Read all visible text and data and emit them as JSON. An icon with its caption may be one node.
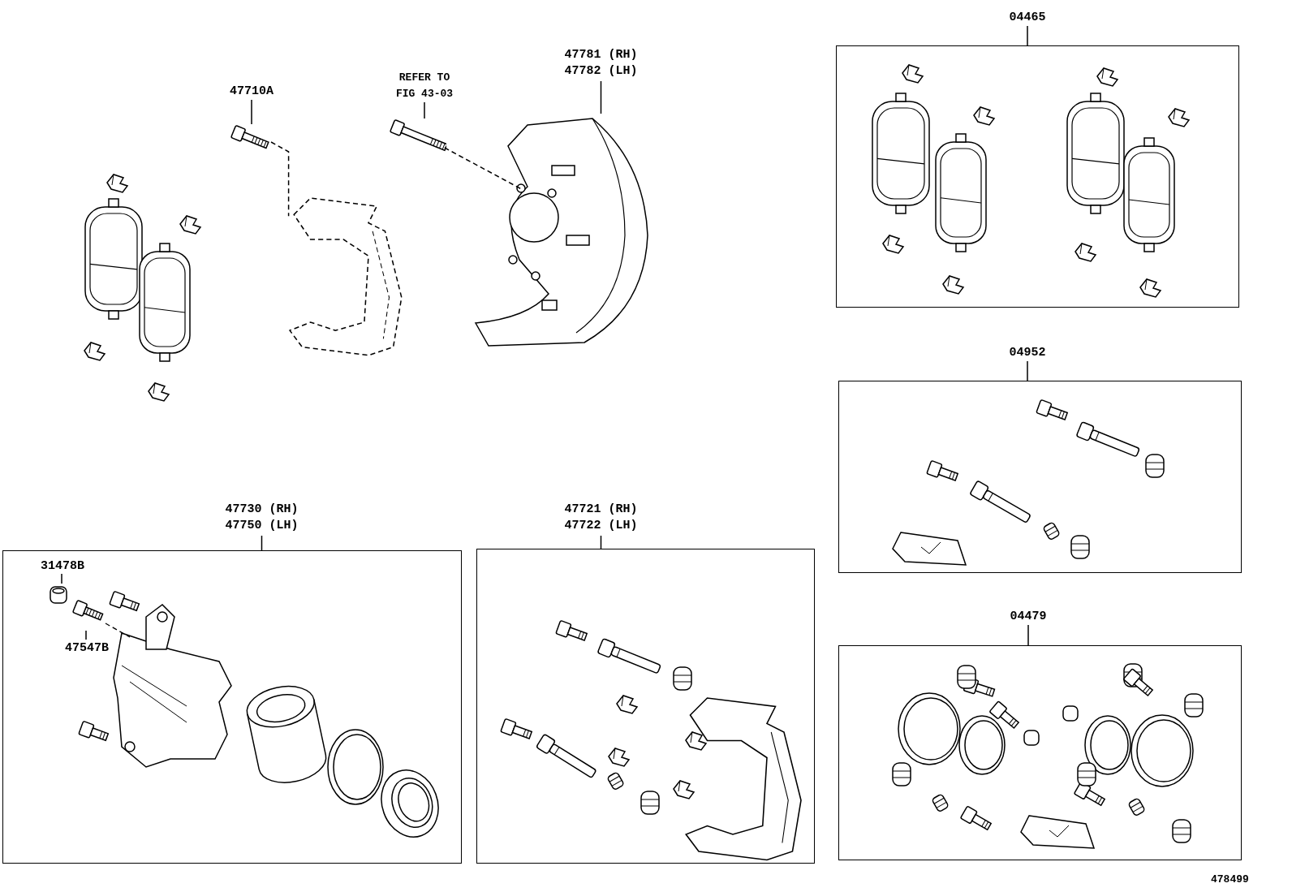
{
  "diagram": {
    "nodes": [
      {
        "text": [
          "47710A"
        ]
      },
      {
        "text": [],
        "shape": "picture"
      },
      {
        "text": [
          "REFER TO FIG 43-03"
        ]
      },
      {
        "text": [],
        "shape": "picture"
      },
      {
        "text": [
          "47781 (RH) 47782 (LH)"
        ]
      },
      {
        "text": [],
        "shape": "picture"
      },
      {
        "text": [
          "04465"
        ]
      },
      {
        "text": [],
        "shape": "box"
      },
      {
        "text": [
          "04952"
        ]
      },
      {
        "text": [],
        "shape": "box"
      },
      {
        "text": [
          "04479"
        ]
      },
      {
        "text": [],
        "shape": "box"
      },
      {
        "text": [
          "47730 (RH) 47750 (LH)"
        ]
      },
      {
        "text": [],
        "shape": "box"
      },
      {
        "text": [
          "31478B"
        ],
        "in": 13
      },
      {
        "text": [],
        "shape": "picture",
        "in": 13
      },
      {
        "text": [
          "47547B"
        ],
        "in": 13
      },
      {
        "text": [],
        "shape": "picture",
        "in": 13
      },
      {
        "text": [
          "47721 (RH) 47722 (LH)"
        ]
      },
      {
        "text": [],
        "shape": "box"
      },
      {
        "text": [],
        "shape": "picture"
      }
    ],
    "edges": [
      {
        "from": 0,
        "to": 1,
        "arrow": "none"
      },
      {
        "from": 2,
        "to": 3,
        "arrow": "none"
      },
      {
        "from": 4,
        "to": 5,
        "arrow": "none"
      },
      {
        "from": 6,
        "to": 7,
        "arrow": "none"
      },
      {
        "from": 8,
        "to": 9,
        "arrow": "none"
      },
      {
        "from": 10,
        "to": 11,
        "arrow": "none"
      },
      {
        "from": 12,
        "to": 13,
        "arrow": "none"
      },
      {
        "from": 14,
        "to": 15,
        "arrow": "none"
      },
      {
        "from": 16,
        "to": 17,
        "arrow": "none"
      },
      {
        "from": 18,
        "to": 19,
        "arrow": "none"
      },
      {
        "from": 1,
        "to": 20,
        "arrow": "none",
        "style": "dashed"
      },
      {
        "from": 3,
        "to": 5,
        "arrow": "none",
        "style": "dashed"
      }
    ],
    "labels": [
      "478499"
    ]
  }
}
